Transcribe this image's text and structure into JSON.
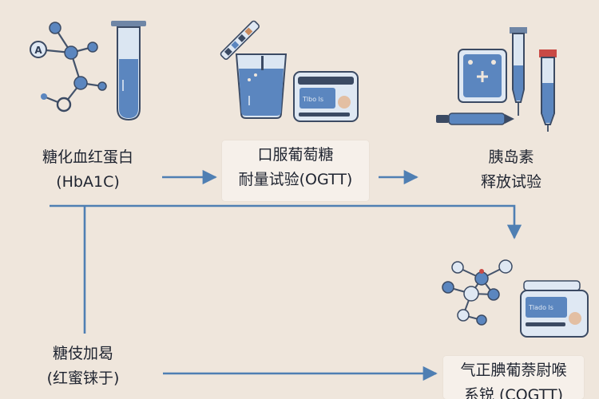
{
  "colors": {
    "background": "#efe6dc",
    "arrow": "#4f7fb3",
    "arrow_dark": "#3f6e9e",
    "liquid": "#5b86bf",
    "device": "#dfe8f3",
    "text": "#1f2430"
  },
  "nodes": {
    "hba1c": {
      "line1": "糖化血红蛋白",
      "line2": "(HbA1C)"
    },
    "ogtt": {
      "line1": "口服葡萄糖",
      "line2": "耐量试验(OGTT)"
    },
    "insulin": {
      "line1": "胰岛素",
      "line2": "释放试验"
    },
    "bottom_left": {
      "line1": "糖伎加曷",
      "line2": "(红蜜铼于)"
    },
    "bottom_right": {
      "line1": "气正腆葡萘尉喉",
      "line2": "系锐 (COGTT)"
    }
  },
  "device_labels": {
    "meter_top": "Tlbo ls",
    "meter_bottom": "Tlado ls"
  },
  "icons": [
    "molecule-icon",
    "test-tube-icon",
    "beaker-icon",
    "glucose-meter-icon",
    "syringe-icon",
    "insulin-pen-icon",
    "insulin-vial-icon"
  ]
}
